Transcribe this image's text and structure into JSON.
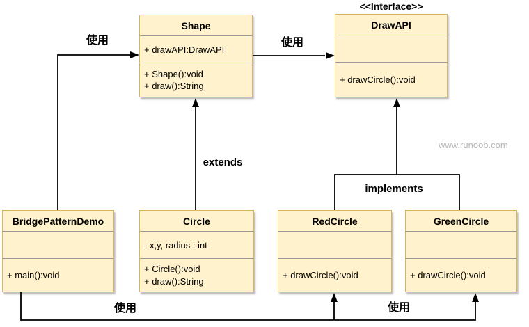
{
  "diagram": {
    "watermark": "www.runoob.com",
    "labels": {
      "use_demo_to_shape": "使用",
      "use_shape_to_drawapi": "使用",
      "extends": "extends",
      "implements": "implements",
      "use_bottom_left": "使用",
      "use_bottom_right": "使用"
    },
    "classes": {
      "bridge_pattern_demo": {
        "title": "BridgePatternDemo",
        "attr1": "",
        "method1": "+ main():void",
        "method2": ""
      },
      "shape": {
        "title": "Shape",
        "attr1": "+ drawAPI:DrawAPI",
        "method1": "+ Shape():void",
        "method2": "+ draw():String"
      },
      "drawapi": {
        "stereotype": "<<Interface>>",
        "title": "DrawAPI",
        "attr1": "",
        "method1": "+ drawCircle():void",
        "method2": ""
      },
      "circle": {
        "title": "Circle",
        "attr1": "- x,y, radius : int",
        "method1": "+ Circle():void",
        "method2": "+ draw():String"
      },
      "red_circle": {
        "title": "RedCircle",
        "attr1": "",
        "method1": "+ drawCircle():void",
        "method2": ""
      },
      "green_circle": {
        "title": "GreenCircle",
        "attr1": "",
        "method1": "+ drawCircle():void",
        "method2": ""
      }
    },
    "colors": {
      "box_fill": "#fff2cc",
      "box_border": "#d6b656",
      "divider": "#999999",
      "arrow": "#000000",
      "watermark_text": "#b5b5b5"
    }
  }
}
